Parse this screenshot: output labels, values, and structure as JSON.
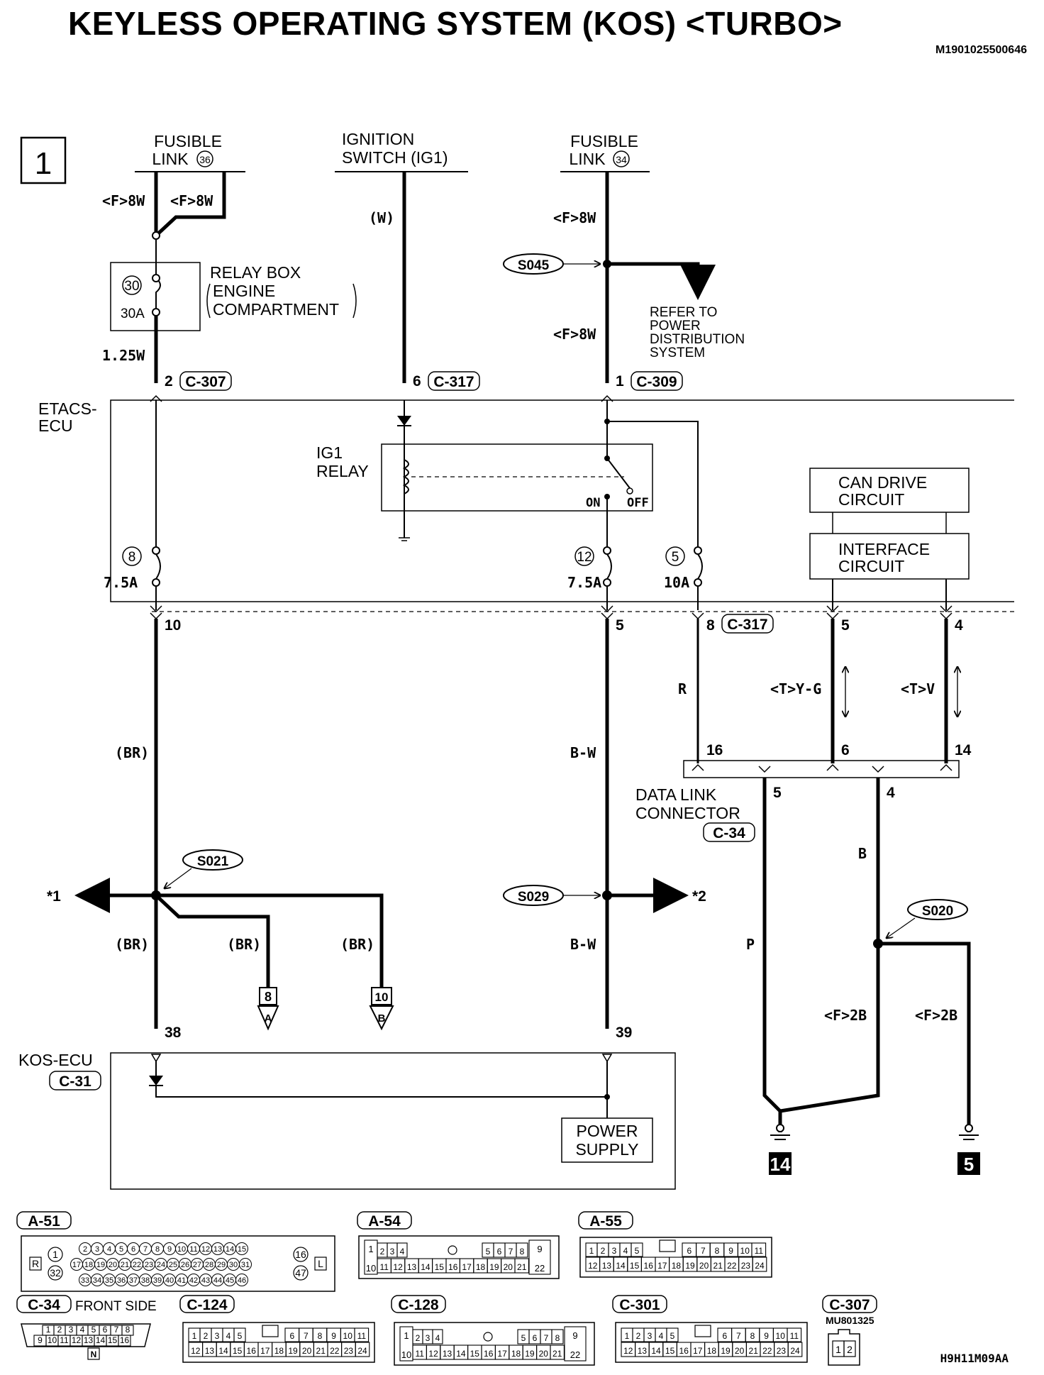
{
  "title": "KEYLESS OPERATING SYSTEM (KOS) <TURBO>",
  "doc_id": "M1901025500646",
  "footer_code": "H9H11M09AA",
  "page_number": "1",
  "sources": {
    "fusible36": {
      "line1": "FUSIBLE",
      "line2": "LINK",
      "num": "36"
    },
    "ignition": {
      "line1": "IGNITION",
      "line2": "SWITCH (IG1)"
    },
    "fusible34": {
      "line1": "FUSIBLE",
      "line2": "LINK",
      "num": "34"
    }
  },
  "wires": {
    "f8w": "<F>8W",
    "w": "(W)",
    "w125": "1.25W",
    "br": "(BR)",
    "bw": "B-W",
    "r": "R",
    "yg": "<T>Y-G",
    "v": "<T>V",
    "p": "P",
    "b": "B",
    "f2b": "<F>2B"
  },
  "relay_box": {
    "line1": "RELAY BOX",
    "line2": "ENGINE",
    "line3": "COMPARTMENT",
    "fuse_num": "30",
    "fuse_amp": "30A"
  },
  "splices": {
    "s045": "S045",
    "s021": "S021",
    "s029": "S029",
    "s020": "S020"
  },
  "refer": {
    "line1": "REFER TO",
    "line2": "POWER",
    "line3": "DISTRIBUTION",
    "line4": "SYSTEM"
  },
  "etacs": {
    "line1": "ETACS-",
    "line2": "ECU"
  },
  "ig1_relay": {
    "line1": "IG1",
    "line2": "RELAY",
    "on": "ON",
    "off": "OFF"
  },
  "can_drive": {
    "line1": "CAN DRIVE",
    "line2": "CIRCUIT"
  },
  "interface": {
    "line1": "INTERFACE",
    "line2": "CIRCUIT"
  },
  "fuses": {
    "f8": {
      "num": "8",
      "amp": "7.5A"
    },
    "f12": {
      "num": "12",
      "amp": "7.5A"
    },
    "f5": {
      "num": "5",
      "amp": "10A"
    }
  },
  "connectors": {
    "c307": "C-307",
    "c317": "C-317",
    "c309": "C-309",
    "c34": "C-34",
    "c31": "C-31"
  },
  "pins": {
    "p2": "2",
    "p6": "6",
    "p1": "1",
    "p10": "10",
    "p5": "5",
    "p8": "8",
    "p4": "4",
    "p16": "16",
    "p14": "14",
    "p38": "38",
    "p39": "39"
  },
  "data_link": {
    "line1": "DATA LINK",
    "line2": "CONNECTOR"
  },
  "kos_ecu": {
    "line1": "KOS-ECU"
  },
  "power_supply": {
    "line1": "POWER",
    "line2": "SUPPLY"
  },
  "refs": {
    "star1": "*1",
    "star2": "*2",
    "a_num": "8",
    "a_let": "A",
    "b_num": "10",
    "b_let": "B"
  },
  "grounds": {
    "g14": "14",
    "g5": "5"
  },
  "connector_views": {
    "a51": {
      "name": "A-51",
      "left": "R",
      "right": "L",
      "a": "1",
      "b": "32",
      "c": "16",
      "d": "47",
      "row1": [
        "2",
        "3",
        "4",
        "5",
        "6",
        "7",
        "8",
        "9",
        "10",
        "11",
        "12",
        "13",
        "14",
        "15"
      ],
      "row2": [
        "17",
        "18",
        "19",
        "20",
        "21",
        "22",
        "23",
        "24",
        "25",
        "26",
        "27",
        "28",
        "29",
        "30",
        "31"
      ],
      "row3": [
        "33",
        "34",
        "35",
        "36",
        "37",
        "38",
        "39",
        "40",
        "41",
        "42",
        "43",
        "44",
        "45",
        "46"
      ]
    },
    "a54": {
      "name": "A-54"
    },
    "a55": {
      "name": "A-55"
    },
    "c34": {
      "name": "C-34",
      "note": "FRONT SIDE",
      "n": "N",
      "row1": [
        "1",
        "2",
        "3",
        "4",
        "5",
        "6",
        "7",
        "8"
      ],
      "row2": [
        "9",
        "10",
        "11",
        "12",
        "13",
        "14",
        "15",
        "16"
      ]
    },
    "c124": {
      "name": "C-124"
    },
    "c128": {
      "name": "C-128"
    },
    "c301": {
      "name": "C-301"
    },
    "c307": {
      "name": "C-307",
      "part": "MU801325",
      "pins": [
        "1",
        "2"
      ]
    }
  },
  "conn22": {
    "left_top": [
      "1",
      "2",
      "3",
      "4"
    ],
    "right_top": [
      "5",
      "6",
      "7",
      "8"
    ],
    "end_top": "9",
    "left_bot": [
      "10",
      "11",
      "12",
      "13",
      "14",
      "15",
      "16",
      "17",
      "18",
      "19",
      "20",
      "21"
    ],
    "end_bot": "22"
  },
  "conn24": {
    "top_l": [
      "1",
      "2",
      "3",
      "4",
      "5"
    ],
    "top_r": [
      "6",
      "7",
      "8",
      "9",
      "10",
      "11"
    ],
    "bot": [
      "12",
      "13",
      "14",
      "15",
      "16",
      "17",
      "18",
      "19",
      "20",
      "21",
      "22",
      "23",
      "24"
    ]
  }
}
